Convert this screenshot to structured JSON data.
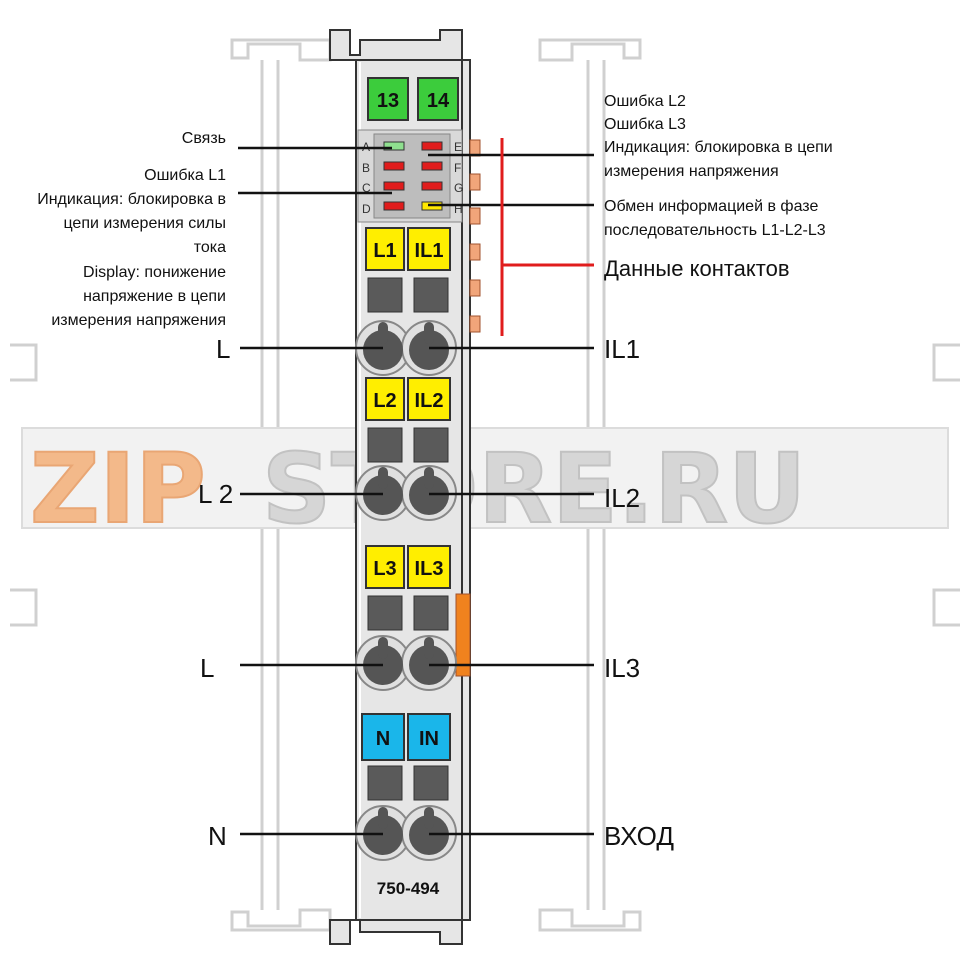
{
  "watermark": {
    "part1": "ZIP",
    "part2": "STORE.RU",
    "color1": "#f3b98a",
    "color2": "#d6d6d6"
  },
  "module": {
    "model": "750-494",
    "body_color": "#e6e6e6",
    "outline_color": "#333333"
  },
  "top_terminals": [
    {
      "label": "13",
      "color": "#3ccc3c"
    },
    {
      "label": "14",
      "color": "#3ccc3c"
    }
  ],
  "leds": {
    "left_letters": [
      "A",
      "B",
      "C",
      "D"
    ],
    "right_letters": [
      "E",
      "F",
      "G",
      "H"
    ],
    "left_colors": [
      "#8fe08f",
      "#e01c1c",
      "#e01c1c",
      "#e01c1c"
    ],
    "right_colors": [
      "#e01c1c",
      "#e01c1c",
      "#e01c1c",
      "#ffe800"
    ]
  },
  "terminal_groups": [
    {
      "left": "L1",
      "right": "IL1",
      "color": "#ffee00"
    },
    {
      "left": "L2",
      "right": "IL2",
      "color": "#ffee00"
    },
    {
      "left": "L3",
      "right": "IL3",
      "color": "#ffee00"
    },
    {
      "left": "N",
      "right": "IN",
      "color": "#1ab6ea"
    }
  ],
  "annotations_left": {
    "svyaz": "Связь",
    "err_l1": "Ошибка L1",
    "ind_block_l1": "Индикация: блокировка в",
    "ind_block_l2": "цепи измерения силы",
    "ind_block_l3": "тока",
    "display_1": "Display: понижение",
    "display_2": "напряжение в цепи",
    "display_3": "измерения напряжения"
  },
  "annotations_right": {
    "err_l2": "Ошибка L2",
    "err_l3": "Ошибка L3",
    "ind_1": "Индикация: блокировка в цепи",
    "ind_2": "измерения напряжения",
    "exch_1": "Обмен информацией в фазе",
    "exch_2": "последовательность L1-L2-L3",
    "contacts": "Данные контактов"
  },
  "wires": {
    "left": [
      "L",
      "L 2",
      "L",
      "N"
    ],
    "right": [
      "IL1",
      "IL2",
      "IL3",
      "ВХОД"
    ]
  }
}
